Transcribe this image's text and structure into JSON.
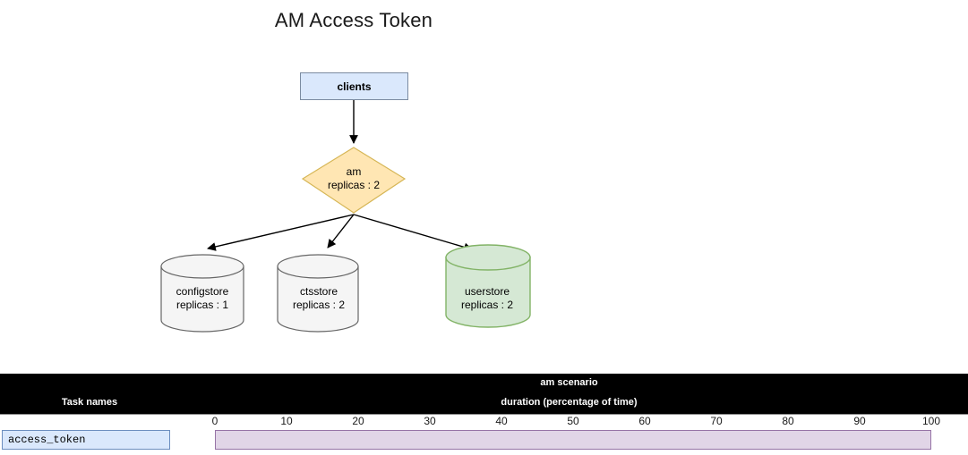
{
  "page": {
    "title": "AM Access Token",
    "background": "#ffffff"
  },
  "diagram": {
    "nodes": [
      {
        "id": "clients",
        "shape": "rectangle",
        "label": "clients",
        "fill": "#dae8fc",
        "stroke": "#7b8ba1"
      },
      {
        "id": "am",
        "shape": "diamond",
        "label_line1": "am",
        "label_line2": "replicas : 2",
        "fill": "#ffe6b3",
        "stroke": "#d6b656"
      },
      {
        "id": "configstore",
        "shape": "cylinder",
        "label_line1": "configstore",
        "label_line2": "replicas : 1",
        "fill": "#f5f5f5",
        "stroke": "#666666"
      },
      {
        "id": "ctsstore",
        "shape": "cylinder",
        "label_line1": "ctsstore",
        "label_line2": "replicas : 2",
        "fill": "#f5f5f5",
        "stroke": "#666666"
      },
      {
        "id": "userstore",
        "shape": "cylinder",
        "label_line1": "userstore",
        "label_line2": "replicas : 2",
        "fill": "#d5e8d4",
        "stroke": "#82b366"
      }
    ],
    "edges": [
      {
        "from": "clients",
        "to": "am"
      },
      {
        "from": "am",
        "to": "configstore"
      },
      {
        "from": "am",
        "to": "ctsstore"
      },
      {
        "from": "am",
        "to": "userstore"
      }
    ]
  },
  "gantt": {
    "scenario_title": "am scenario",
    "task_column_header": "Task names",
    "duration_header": "duration (percentage of time)",
    "header_background": "#000000",
    "header_text_color": "#ffffff",
    "axis": {
      "min": 0,
      "max": 100,
      "ticks": [
        0,
        10,
        20,
        30,
        40,
        50,
        60,
        70,
        80,
        90,
        100
      ],
      "tick_labels": [
        "0",
        "10",
        "20",
        "30",
        "40",
        "50",
        "60",
        "70",
        "80",
        "90",
        "100"
      ]
    },
    "tasks": [
      {
        "name": "access_token",
        "start": 0,
        "end": 100,
        "bar_fill": "#e1d5e7",
        "bar_stroke": "#9673a6"
      }
    ]
  },
  "chart_data": {
    "type": "bar",
    "title": "am scenario",
    "xlabel": "duration (percentage of time)",
    "ylabel": "Task names",
    "categories": [
      "access_token"
    ],
    "values": [
      100
    ],
    "bars": [
      {
        "task": "access_token",
        "start": 0,
        "end": 100,
        "duration": 100
      }
    ],
    "xlim": [
      0,
      100
    ],
    "xticks": [
      0,
      10,
      20,
      30,
      40,
      50,
      60,
      70,
      80,
      90,
      100
    ],
    "grid": false,
    "legend": "none"
  }
}
